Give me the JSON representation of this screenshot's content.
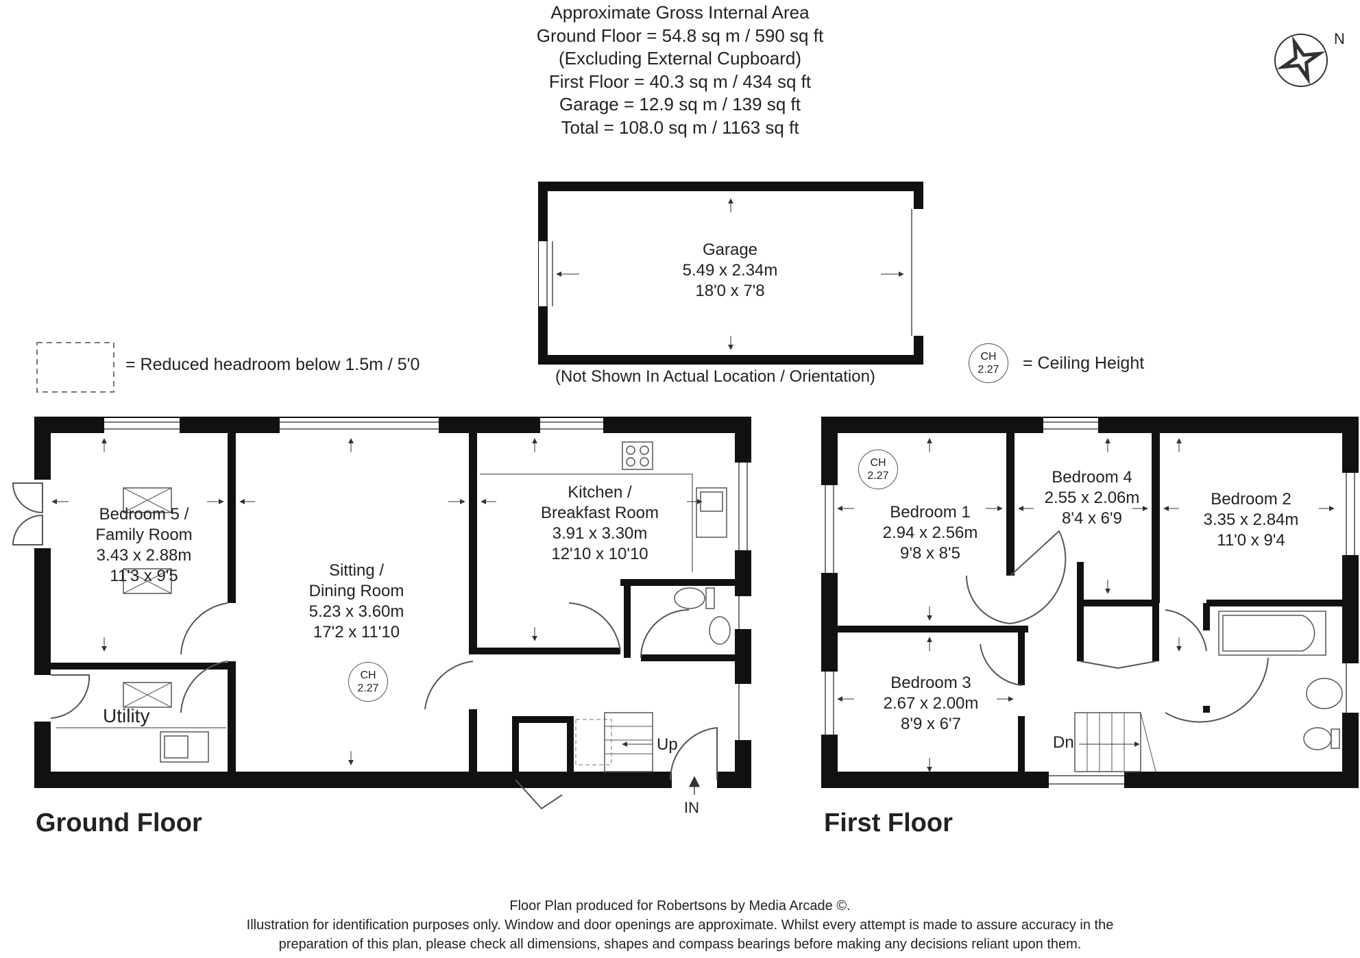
{
  "area_summary": {
    "lines": [
      "Approximate Gross Internal Area",
      "Ground Floor = 54.8 sq m / 590 sq ft",
      "(Excluding External Cupboard)",
      "First Floor = 40.3 sq m / 434 sq ft",
      "Garage = 12.9 sq m / 139 sq ft",
      "Total = 108.0 sq m / 1163 sq ft"
    ]
  },
  "compass": {
    "label": "N",
    "icon": "compass-rose-icon"
  },
  "garage": {
    "name": "Garage",
    "metric": "5.49 x 2.34m",
    "imperial": "18'0 x 7'8",
    "note": "(Not Shown In Actual Location / Orientation)"
  },
  "legend": {
    "reduced_headroom": "= Reduced headroom below 1.5m / 5'0",
    "ceiling_height": "= Ceiling Height",
    "ch_label": "CH",
    "ch_value": "2.27"
  },
  "ground_floor": {
    "title": "Ground Floor",
    "rooms": [
      {
        "name_line1": "Bedroom 5 /",
        "name_line2": "Family Room",
        "metric": "3.43 x 2.88m",
        "imperial": "11'3 x 9'5"
      },
      {
        "name_line1": "Sitting /",
        "name_line2": "Dining Room",
        "metric": "5.23 x 3.60m",
        "imperial": "17'2 x 11'10"
      },
      {
        "name_line1": "Kitchen /",
        "name_line2": "Breakfast Room",
        "metric": "3.91 x 3.30m",
        "imperial": "12'10 x 10'10"
      }
    ],
    "utility": "Utility",
    "stairs_label": "Up",
    "entrance_label": "IN"
  },
  "first_floor": {
    "title": "First Floor",
    "rooms": [
      {
        "name": "Bedroom 1",
        "metric": "2.94 x 2.56m",
        "imperial": "9'8 x 8'5"
      },
      {
        "name": "Bedroom 4",
        "metric": "2.55 x 2.06m",
        "imperial": "8'4 x 6'9"
      },
      {
        "name": "Bedroom 2",
        "metric": "3.35 x 2.84m",
        "imperial": "11'0 x 9'4"
      },
      {
        "name": "Bedroom 3",
        "metric": "2.67 x 2.00m",
        "imperial": "8'9 x 6'7"
      }
    ],
    "stairs_label": "Dn"
  },
  "footer": {
    "line1": "Floor Plan produced for Robertsons by Media Arcade ©.",
    "line2": "Illustration for identification purposes only. Window and door openings are approximate. Whilst every attempt is made to assure accuracy in the",
    "line3": "preparation of this plan, please check all dimensions, shapes and compass bearings before making any decisions reliant upon them."
  }
}
